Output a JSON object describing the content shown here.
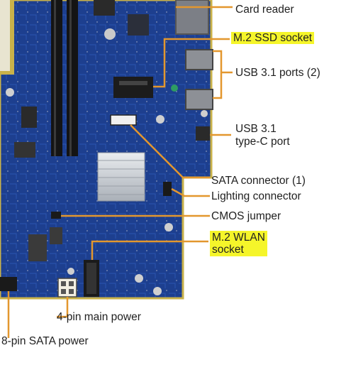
{
  "labels": {
    "card_reader": "Card reader",
    "m2_ssd_socket": "M.2 SSD socket",
    "usb31_ports": "USB 3.1 ports (2)",
    "usb31_typec_line1": "USB 3.1",
    "usb31_typec_line2": "type-C port",
    "sata_connector": "SATA connector (1)",
    "lighting_connector": "Lighting connector",
    "cmos_jumper": "CMOS jumper",
    "m2_wlan_line1": "M.2 WLAN",
    "m2_wlan_line2": "socket",
    "four_pin_main_power": "4-pin main power",
    "eight_pin_sata_power": "8-pin SATA power"
  },
  "colors": {
    "board_blue": "#1d3f8f",
    "board_edge": "#c9b24a",
    "leader_orange": "#e3972e",
    "highlight_yellow": "#f5f52a",
    "heatsink_silver": "#cfd3d8",
    "label_text": "#1f1f1f"
  },
  "highlighted": [
    "m2_ssd_socket",
    "m2_wlan"
  ]
}
